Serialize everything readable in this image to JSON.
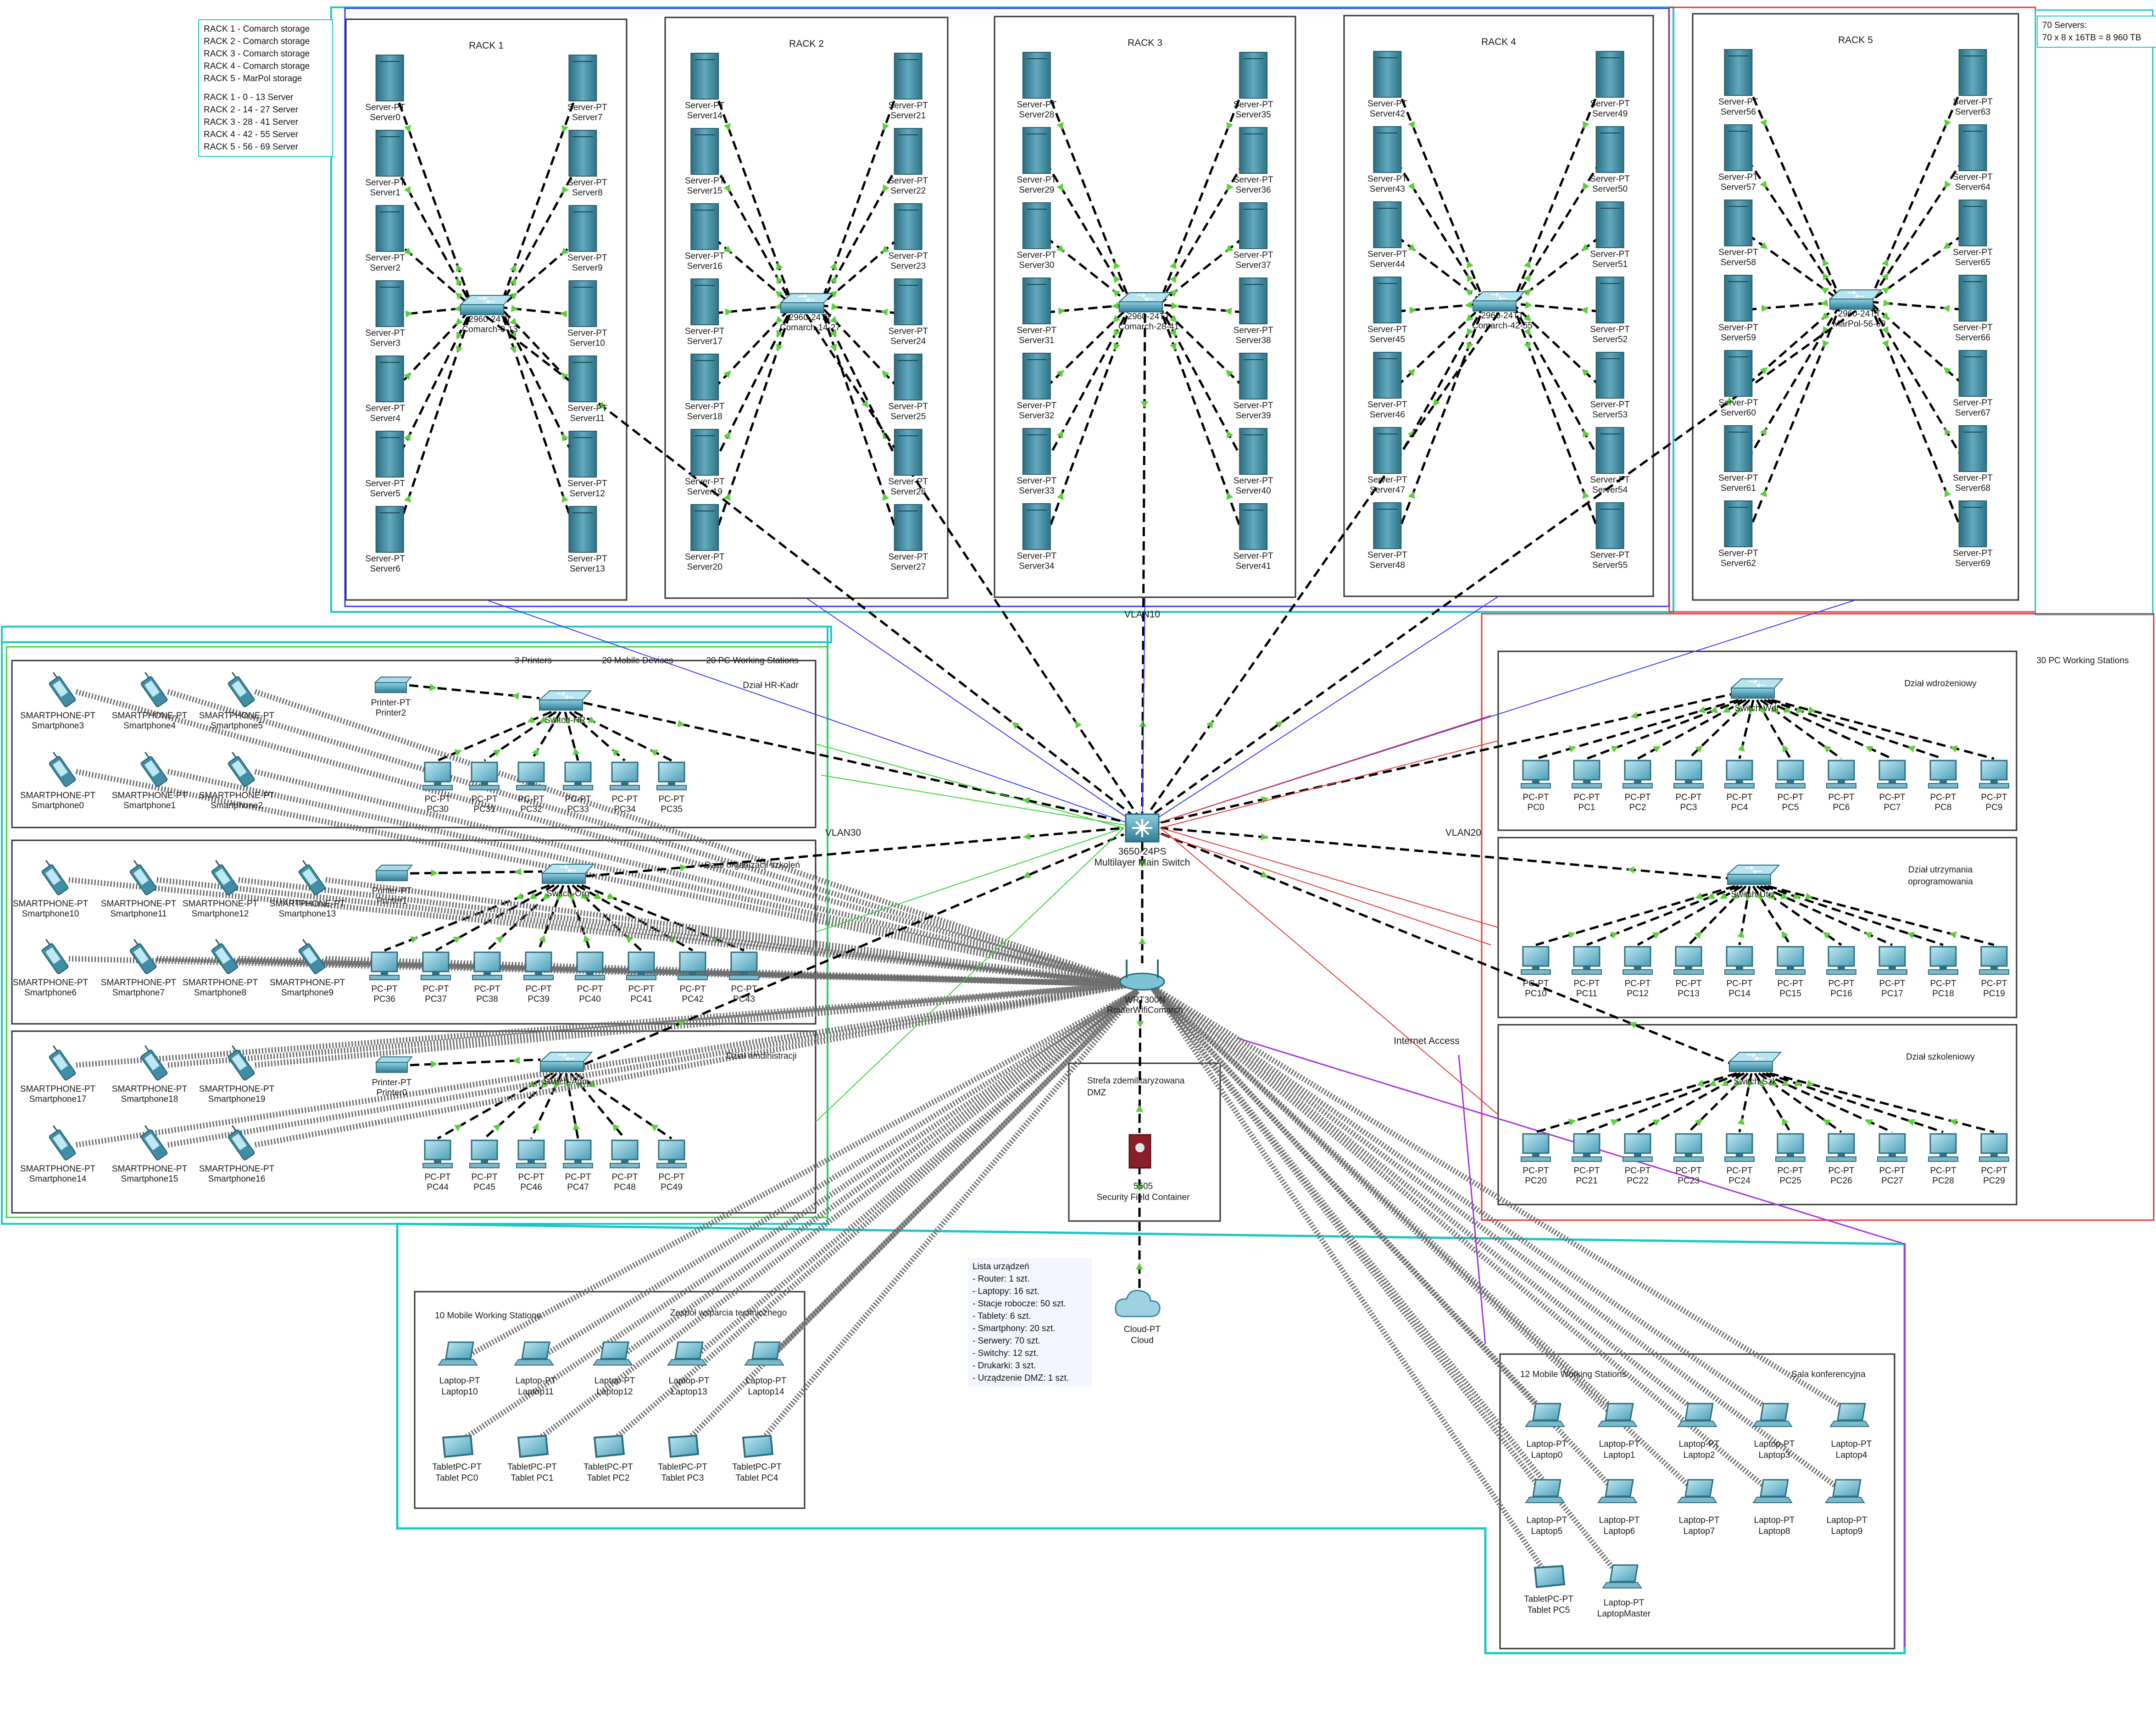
{
  "legend": {
    "storage": [
      "RACK 1 - Comarch storage",
      "RACK 2 - Comarch storage",
      "RACK 3 - Comarch storage",
      "RACK 4 - Comarch storage",
      "RACK 5 - MarPol storage"
    ],
    "ranges": [
      "RACK 1 - 0 - 13 Server",
      "RACK 2 - 14 - 27 Server",
      "RACK 3 - 28 - 41 Server",
      "RACK 4 - 42 - 55 Server",
      "RACK 5 - 56 - 69 Server"
    ]
  },
  "capacity": [
    "70 Servers:",
    "70 x 8 x 16TB = 8 960 TB"
  ],
  "device_list": {
    "title": "Lista urządzeń",
    "items": [
      "- Router: 1 szt.",
      "- Laptopy: 16 szt.",
      "- Stacje robocze: 50 szt.",
      "- Tablety: 6 szt.",
      "- Smartphony: 20 szt.",
      "- Serwery: 70 szt.",
      "- Switchy: 12 szt.",
      "- Drukarki: 3 szt.",
      "- Urządzenie DMZ: 1 szt."
    ]
  },
  "racks": [
    {
      "label": "RACK 1",
      "switch": [
        "2960-24TT",
        "Comarch-0-13"
      ],
      "servers": [
        "Server0",
        "Server1",
        "Server2",
        "Server3",
        "Server4",
        "Server5",
        "Server6",
        "Server7",
        "Server8",
        "Server9",
        "Server10",
        "Server11",
        "Server12",
        "Server13"
      ]
    },
    {
      "label": "RACK 2",
      "switch": [
        "2960-24TT",
        "Comarch-14-27"
      ],
      "servers": [
        "Server14",
        "Server15",
        "Server16",
        "Server17",
        "Server18",
        "Server19",
        "Server20",
        "Server21",
        "Server22",
        "Server23",
        "Server24",
        "Server25",
        "Server26",
        "Server27"
      ]
    },
    {
      "label": "RACK 3",
      "switch": [
        "2960-24TT",
        "Comarch-28-41"
      ],
      "servers": [
        "Server28",
        "Server29",
        "Server30",
        "Server31",
        "Server32",
        "Server33",
        "Server34",
        "Server35",
        "Server36",
        "Server37",
        "Server38",
        "Server39",
        "Server40",
        "Server41"
      ]
    },
    {
      "label": "RACK 4",
      "switch": [
        "2960-24TT",
        "Comarch-42-55"
      ],
      "servers": [
        "Server42",
        "Server43",
        "Server44",
        "Server45",
        "Server46",
        "Server47",
        "Server48",
        "Server49",
        "Server50",
        "Server51",
        "Server52",
        "Server53",
        "Server54",
        "Server55"
      ]
    },
    {
      "label": "RACK 5",
      "switch": [
        "2960-24TT",
        "MarPol-56-69"
      ],
      "servers": [
        "Server56",
        "Server57",
        "Server58",
        "Server59",
        "Server60",
        "Server61",
        "Server62",
        "Server63",
        "Server64",
        "Server65",
        "Server66",
        "Server67",
        "Server68",
        "Server69"
      ]
    }
  ],
  "server_type": "Server-PT",
  "pc_type": "PC-PT",
  "phone_type": "SMARTPHONE-PT",
  "printer_type": "Printer-PT",
  "laptop_type": "Laptop-PT",
  "tablet_type": "TabletPC-PT",
  "vlans": {
    "vlan10": "VLAN10",
    "vlan20": "VLAN20",
    "vlan30": "VLAN30",
    "internet": "Internet Access"
  },
  "vlan30_header": [
    "3 Printers",
    "20 Mobile Devices",
    "20 PC Working Stations"
  ],
  "vlan20_header": "30 PC Working Stations",
  "main_switch": [
    "3650-24PS",
    "Multilayer Main Switch"
  ],
  "router": [
    "WRT300N",
    "RouterWifiComarch"
  ],
  "dmz": {
    "title": [
      "Strefa zdemilitaryzowana",
      "DMZ"
    ],
    "device": [
      "5505",
      "Security Field Container"
    ]
  },
  "cloud": [
    "Cloud-PT",
    "Cloud"
  ],
  "left_depts": [
    {
      "title": "Dział HR-Kadr",
      "switch": "Switch-HR",
      "printer": "Printer2",
      "phones": [
        "Smartphone3",
        "Smartphone4",
        "Smartphone5",
        "Smartphone0",
        "Smartphone1",
        "Smartphone2"
      ],
      "pcs": [
        "PC30",
        "PC31",
        "PC32",
        "PC33",
        "PC34",
        "PC35"
      ]
    },
    {
      "title": "Dział organizacji szkoleń",
      "switch": "Switch-Org",
      "printer": "Printer1",
      "phones": [
        "Smartphone10",
        "Smartphone11",
        "Smartphone12",
        "Smartphone13",
        "Smartphone6",
        "Smartphone7",
        "Smartphone8",
        "Smartphone9"
      ],
      "pcs": [
        "PC36",
        "PC37",
        "PC38",
        "PC39",
        "PC40",
        "PC41",
        "PC42",
        "PC43"
      ]
    },
    {
      "title": "Dział amdinistracji",
      "switch": "Switch-Adm",
      "printer": "Printer0",
      "phones": [
        "Smartphone17",
        "Smartphone18",
        "Smartphone19",
        "Smartphone14",
        "Smartphone15",
        "Smartphone16"
      ],
      "pcs": [
        "PC44",
        "PC45",
        "PC46",
        "PC47",
        "PC48",
        "PC49"
      ]
    }
  ],
  "right_depts": [
    {
      "title": [
        "Dział wdrożeniowy"
      ],
      "switch": "Switch-Wdr",
      "pcs": [
        "PC0",
        "PC1",
        "PC2",
        "PC3",
        "PC4",
        "PC5",
        "PC6",
        "PC7",
        "PC8",
        "PC9"
      ]
    },
    {
      "title": [
        "Dział utrzymania",
        "oprogramowania"
      ],
      "switch": "Switch-Utrz",
      "pcs": [
        "PC10",
        "PC11",
        "PC12",
        "PC13",
        "PC14",
        "PC15",
        "PC16",
        "PC17",
        "PC18",
        "PC19"
      ]
    },
    {
      "title": [
        "Dział szkoleniowy"
      ],
      "switch": "Switch-Szk",
      "pcs": [
        "PC20",
        "PC21",
        "PC22",
        "PC23",
        "PC24",
        "PC25",
        "PC26",
        "PC27",
        "PC28",
        "PC29"
      ]
    }
  ],
  "tech_group": {
    "caption": "10 Mobile Working Stations",
    "title": "Zespół wsparcia technicznego",
    "laptops": [
      "Laptop10",
      "Laptop11",
      "Laptop12",
      "Laptop13",
      "Laptop14"
    ],
    "tablets": [
      "Tablet PC0",
      "Tablet PC1",
      "Tablet PC2",
      "Tablet PC3",
      "Tablet PC4"
    ]
  },
  "conf_room": {
    "caption": "12 Mobile Working Stations",
    "title": "Sala konferencyjna",
    "laptops": [
      "Laptop0",
      "Laptop1",
      "Laptop2",
      "Laptop3",
      "Laptop4",
      "Laptop5",
      "Laptop6",
      "Laptop7",
      "Laptop8",
      "Laptop9"
    ],
    "tablet": "Tablet PC5",
    "master": "LaptopMaster"
  },
  "colors": {
    "vlan10": "#1ec6c6",
    "vlan20": "#e53935",
    "vlan30": "#3bd13b",
    "vlan_blue": "#3a3aff",
    "internet": "#a733e0",
    "device": "#3f8ea6",
    "link_end": "#5ccf3c"
  }
}
